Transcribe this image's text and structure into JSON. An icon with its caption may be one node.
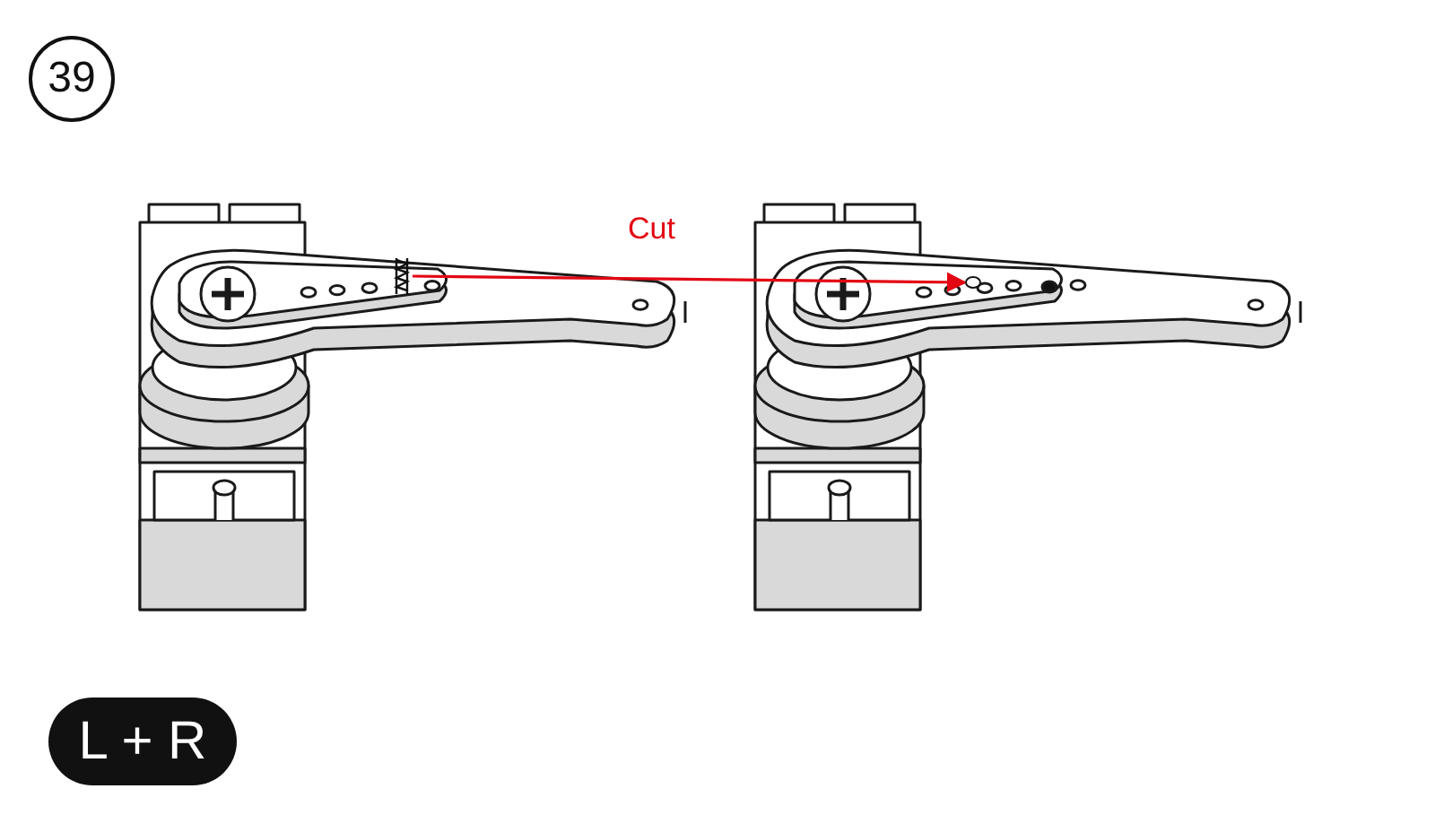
{
  "diagram": {
    "nodes": [
      {
        "text": [
          "39"
        ]
      },
      {
        "text": [
          "L + R"
        ]
      },
      {
        "text": [],
        "shape": "picture"
      },
      {
        "text": [],
        "shape": "circle"
      }
    ],
    "edges": [
      {
        "from": 2,
        "to": 3,
        "arrow": "to",
        "label": "Cut",
        "color": "#e30613"
      }
    ]
  }
}
